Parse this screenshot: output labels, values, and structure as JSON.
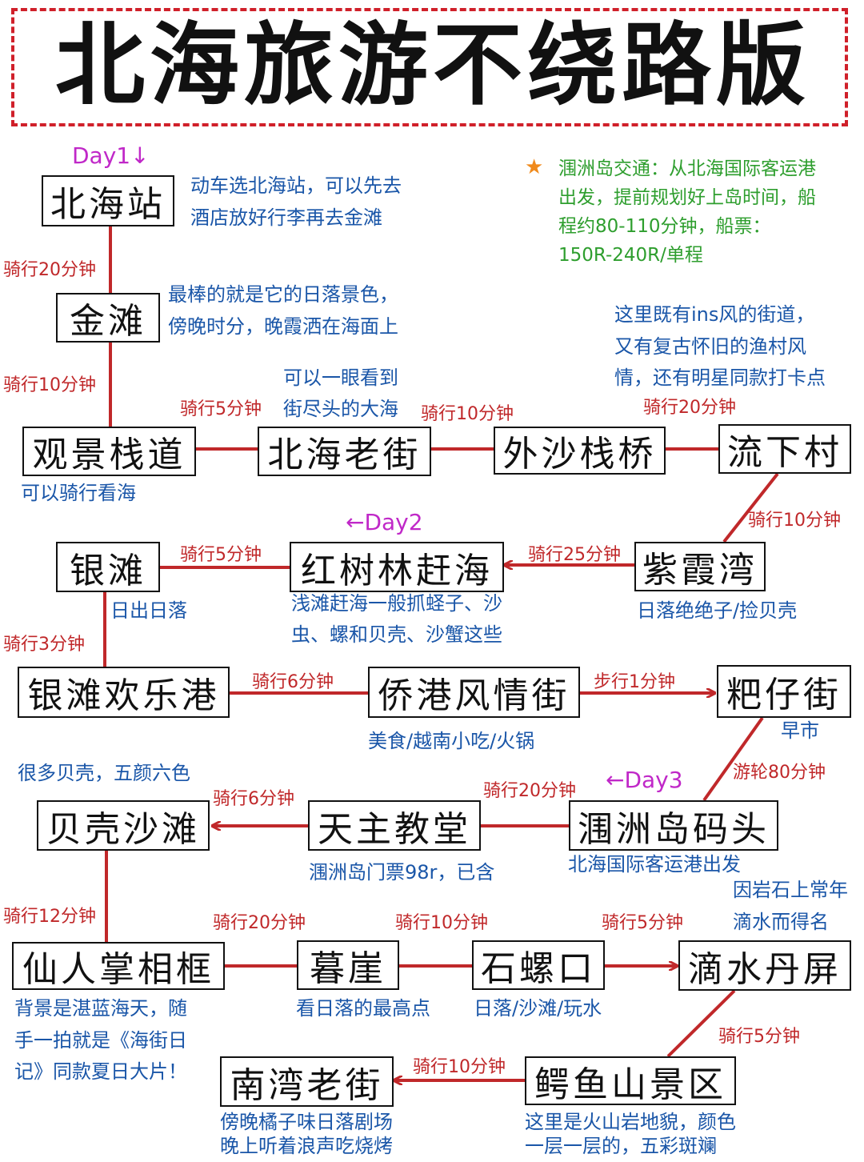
{
  "title": "北海旅游不绕路版",
  "days": {
    "day1": "Day1↓",
    "day2": "←Day2",
    "day3": "←Day3"
  },
  "ferry_info": {
    "lines": [
      "涠洲岛交通：从北海国际客运港",
      "出发，提前规划好上岛时间，船",
      "程约80-110分钟，船票：",
      "150R-240R/单程"
    ]
  },
  "stops": {
    "beihai_station": {
      "name": "北海站",
      "note": [
        "动车选北海站，可以先去",
        "酒店放好行李再去金滩"
      ]
    },
    "jintan": {
      "name": "金滩",
      "note": [
        "最棒的就是它的日落景色，",
        "傍晚时分，晚霞洒在海面上"
      ]
    },
    "guanjing": {
      "name": "观景栈道",
      "note": [
        "可以骑行看海"
      ]
    },
    "laojie": {
      "name": "北海老街",
      "note": [
        "可以一眼看到",
        "街尽头的大海"
      ]
    },
    "waisha": {
      "name": "外沙栈桥"
    },
    "liuxia": {
      "name": "流下村",
      "note": [
        "这里既有ins风的街道，",
        "又有复古怀旧的渔村风",
        "情，还有明星同款打卡点"
      ]
    },
    "zixia": {
      "name": "紫霞湾",
      "note": [
        "日落绝绝子/捡贝壳"
      ]
    },
    "hongshulin": {
      "name": "红树林赶海",
      "note": [
        "浅滩赶海一般抓蛏子、沙",
        "虫、螺和贝壳、沙蟹这些"
      ]
    },
    "yintan": {
      "name": "银滩",
      "note": [
        "日出日落"
      ]
    },
    "huanlegang": {
      "name": "银滩欢乐港"
    },
    "qiaogang": {
      "name": "侨港风情街",
      "note": [
        "美食/越南小吃/火锅"
      ]
    },
    "gezai": {
      "name": "粑仔街",
      "note": [
        "早市"
      ]
    },
    "matou": {
      "name": "涠洲岛码头",
      "note": [
        "北海国际客运港出发"
      ]
    },
    "jiaotang": {
      "name": "天主教堂",
      "note": [
        "涠洲岛门票98r，已含"
      ]
    },
    "beike": {
      "name": "贝壳沙滩",
      "note": [
        "很多贝壳，五颜六色"
      ]
    },
    "xianrenzhang": {
      "name": "仙人掌相框",
      "note": [
        "背景是湛蓝海天，随",
        "手一拍就是《海街日",
        "记》同款夏日大片！"
      ]
    },
    "muya": {
      "name": "暮崖",
      "note": [
        "看日落的最高点"
      ]
    },
    "shiluokou": {
      "name": "石螺口",
      "note": [
        "日落/沙滩/玩水"
      ]
    },
    "dishui": {
      "name": "滴水丹屏",
      "note": [
        "因岩石上常年",
        "滴水而得名"
      ]
    },
    "eyushan": {
      "name": "鳄鱼山景区",
      "note": [
        "这里是火山岩地貌，颜色",
        "一层一层的，五彩斑斓"
      ]
    },
    "nanwan": {
      "name": "南湾老街",
      "note": [
        "傍晚橘子味日落剧场",
        "晚上听着浪声吃烧烤"
      ]
    }
  },
  "edges": {
    "station_jintan": "骑行20分钟",
    "jintan_guanjing": "骑行10分钟",
    "guanjing_laojie": "骑行5分钟",
    "laojie_waisha": "骑行10分钟",
    "waisha_liuxia": "骑行20分钟",
    "liuxia_zixia": "骑行10分钟",
    "zixia_hongshulin": "骑行25分钟",
    "hongshulin_yintan": "骑行5分钟",
    "yintan_huanlegang": "骑行3分钟",
    "huanlegang_qiaogang": "骑行6分钟",
    "qiaogang_gezai": "步行1分钟",
    "gezai_matou": "游轮80分钟",
    "matou_jiaotang": "骑行20分钟",
    "jiaotang_beike": "骑行6分钟",
    "beike_xianrenzhang": "骑行12分钟",
    "xianrenzhang_muya": "骑行20分钟",
    "muya_shiluokou": "骑行10分钟",
    "shiluokou_dishui": "骑行5分钟",
    "dishui_eyushan": "骑行5分钟",
    "eyushan_nanwan": "骑行10分钟"
  },
  "colors": {
    "line": "#c0282a",
    "note": "#1a56a8",
    "day": "#c028c8",
    "ferry": "#2e9e2e",
    "star": "#f08a1c"
  }
}
